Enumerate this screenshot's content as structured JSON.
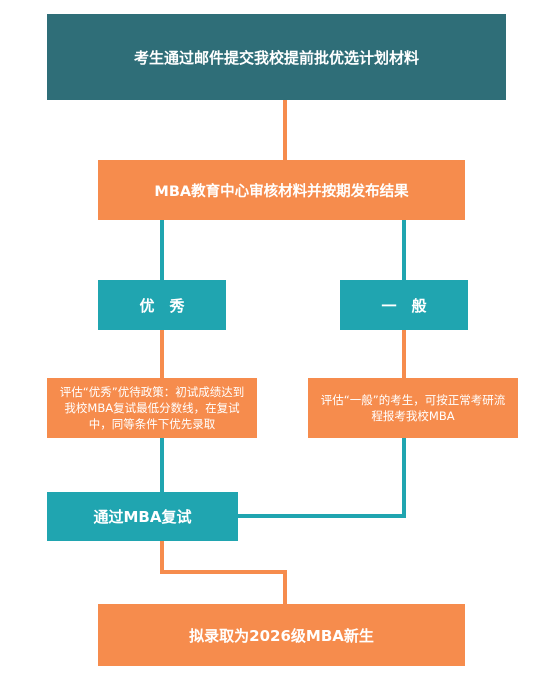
{
  "diagram": {
    "steps": {
      "submit": "考生通过邮件提交我校提前批优选计划材料",
      "review": "MBA教育中心审核材料并按期发布结果",
      "excellent": "优　秀",
      "general": "一　般",
      "excellent_policy": "评估“优秀”优待政策：初试成绩达到我校MBA复试最低分数线，在复试中，同等条件下优先录取",
      "general_policy": "评估“一般”的考生，可按正常考研流程报考我校MBA",
      "pass_retest": "通过MBA复试",
      "admit": "拟录取为2026级MBA新生"
    },
    "colors": {
      "dark_teal": "#2f6e78",
      "teal": "#20a5b0",
      "orange": "#f68c4d"
    }
  }
}
